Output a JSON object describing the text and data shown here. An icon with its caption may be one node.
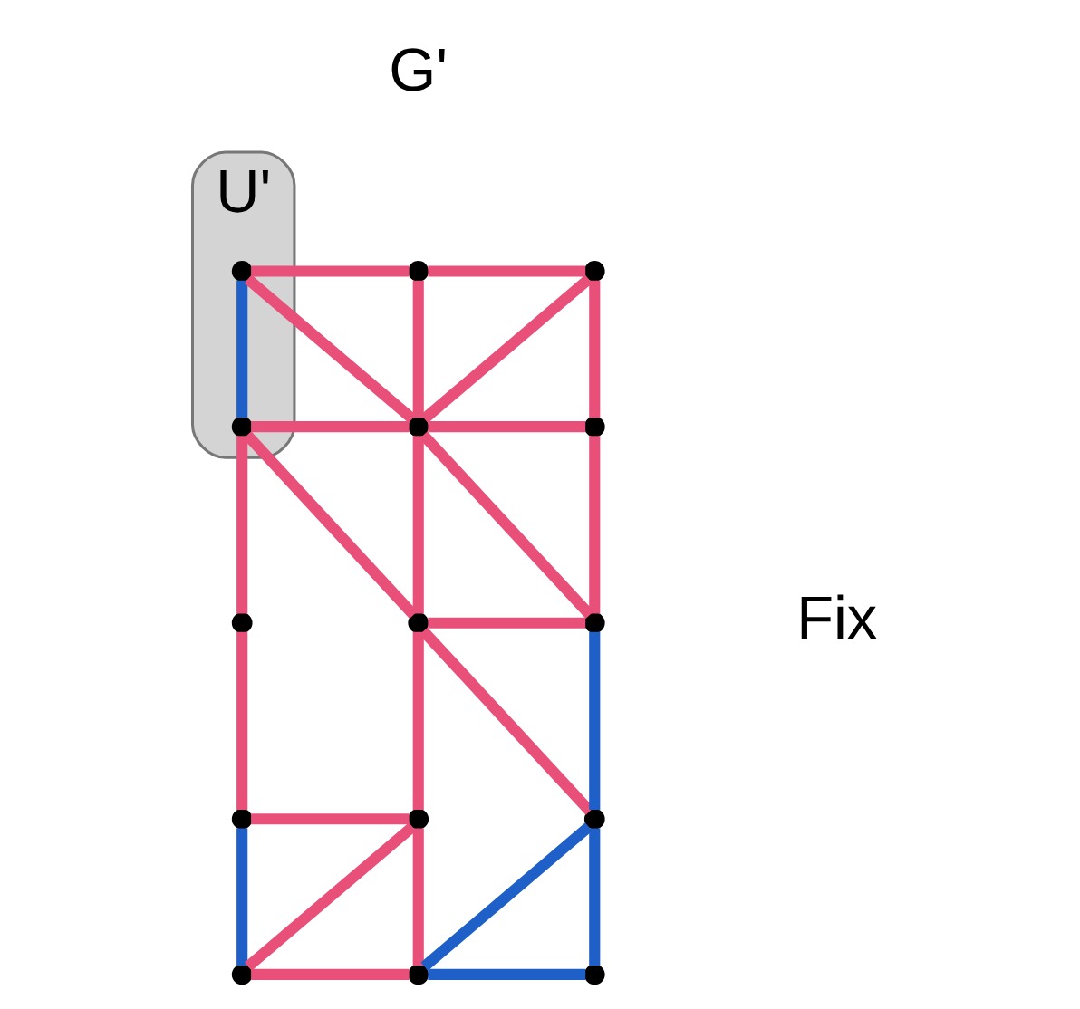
{
  "diagram": {
    "nodes": [
      {
        "text": [
          "U'"
        ]
      },
      {
        "text": [],
        "shape": "circle",
        "in": 0
      },
      {
        "text": [],
        "shape": "circle"
      },
      {
        "text": [],
        "shape": "circle"
      },
      {
        "text": [],
        "shape": "circle",
        "in": 0
      },
      {
        "text": [],
        "shape": "circle"
      },
      {
        "text": [],
        "shape": "circle"
      },
      {
        "text": [],
        "shape": "circle"
      },
      {
        "text": [],
        "shape": "circle"
      },
      {
        "text": [],
        "shape": "circle"
      },
      {
        "text": [],
        "shape": "circle"
      },
      {
        "text": [],
        "shape": "circle"
      },
      {
        "text": [],
        "shape": "circle"
      },
      {
        "text": [],
        "shape": "circle"
      },
      {
        "text": [],
        "shape": "circle"
      },
      {
        "text": [],
        "shape": "circle"
      }
    ],
    "edges": [
      {
        "from": 1,
        "to": 2,
        "arrow": "none"
      },
      {
        "from": 2,
        "to": 3,
        "arrow": "none"
      },
      {
        "from": 1,
        "to": 4,
        "arrow": "none",
        "color": "#1f5fc8"
      },
      {
        "from": 1,
        "to": 5,
        "arrow": "none"
      },
      {
        "from": 2,
        "to": 5,
        "arrow": "none"
      },
      {
        "from": 3,
        "to": 5,
        "arrow": "none"
      },
      {
        "from": 3,
        "to": 6,
        "arrow": "none"
      },
      {
        "from": 4,
        "to": 5,
        "arrow": "none"
      },
      {
        "from": 5,
        "to": 6,
        "arrow": "none"
      },
      {
        "from": 4,
        "to": 7,
        "arrow": "none"
      },
      {
        "from": 4,
        "to": 8,
        "arrow": "none"
      },
      {
        "from": 5,
        "to": 8,
        "arrow": "none"
      },
      {
        "from": 5,
        "to": 9,
        "arrow": "none"
      },
      {
        "from": 6,
        "to": 9,
        "arrow": "none"
      },
      {
        "from": 8,
        "to": 9,
        "arrow": "none"
      },
      {
        "from": 7,
        "to": 10,
        "arrow": "none"
      },
      {
        "from": 8,
        "to": 11,
        "arrow": "none"
      },
      {
        "from": 8,
        "to": 12,
        "arrow": "none"
      },
      {
        "from": 9,
        "to": 12,
        "arrow": "none",
        "color": "#1f5fc8"
      },
      {
        "from": 10,
        "to": 11,
        "arrow": "none"
      },
      {
        "from": 11,
        "to": 13,
        "arrow": "none"
      },
      {
        "from": 11,
        "to": 14,
        "arrow": "none"
      },
      {
        "from": 12,
        "to": 14,
        "arrow": "none",
        "color": "#1f5fc8"
      },
      {
        "from": 12,
        "to": 15,
        "arrow": "none",
        "color": "#1f5fc8"
      },
      {
        "from": 10,
        "to": 13,
        "arrow": "none",
        "color": "#1f5fc8"
      },
      {
        "from": 13,
        "to": 14,
        "arrow": "none"
      },
      {
        "from": 14,
        "to": 15,
        "arrow": "none",
        "color": "#1f5fc8"
      }
    ],
    "labels": [
      "G'",
      "Fix"
    ]
  }
}
